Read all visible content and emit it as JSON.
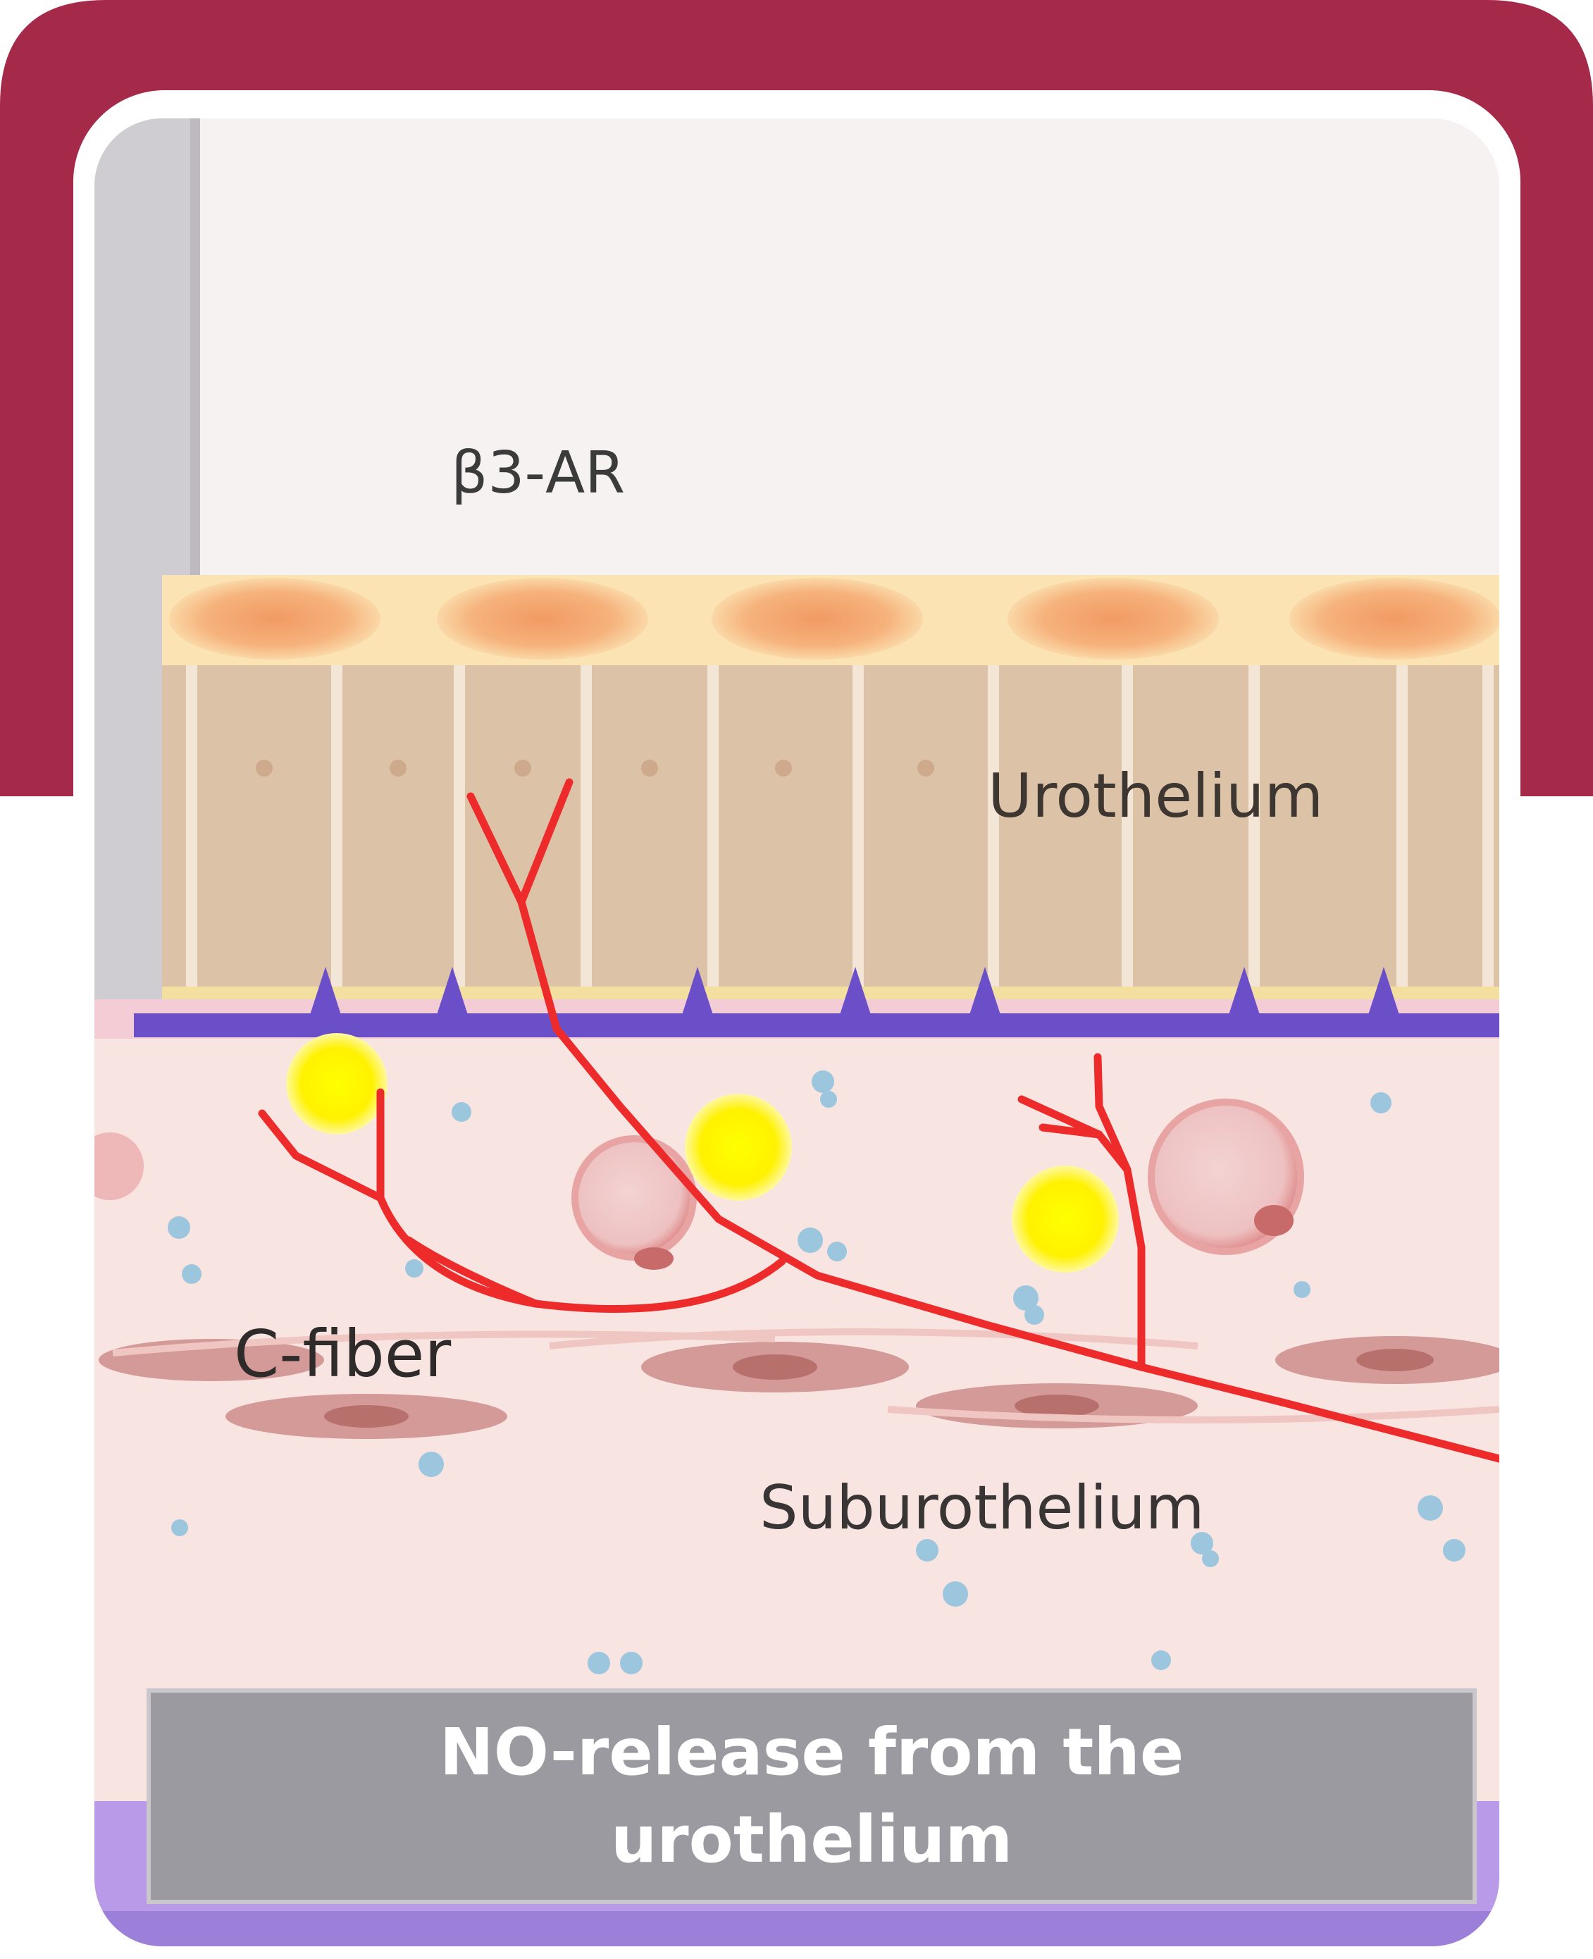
{
  "labels": {
    "beta3_ar": "β3-AR",
    "urothelium": "Urothelium",
    "c_fiber": "C-fiber",
    "suburothelium": "Suburothelium"
  },
  "caption": "NO-release from the urothelium",
  "colors": {
    "frame": "#a52a4a",
    "urothelium": "#dcc3a8",
    "umbrella_cells": "#f5b98a",
    "basement_membrane": "#6b4fc8",
    "suburothelium": "#f8e4e1",
    "nerve_fiber": "#ee2b2b",
    "no_molecule": "#fff200",
    "caption_box": "#9b9aa0"
  }
}
